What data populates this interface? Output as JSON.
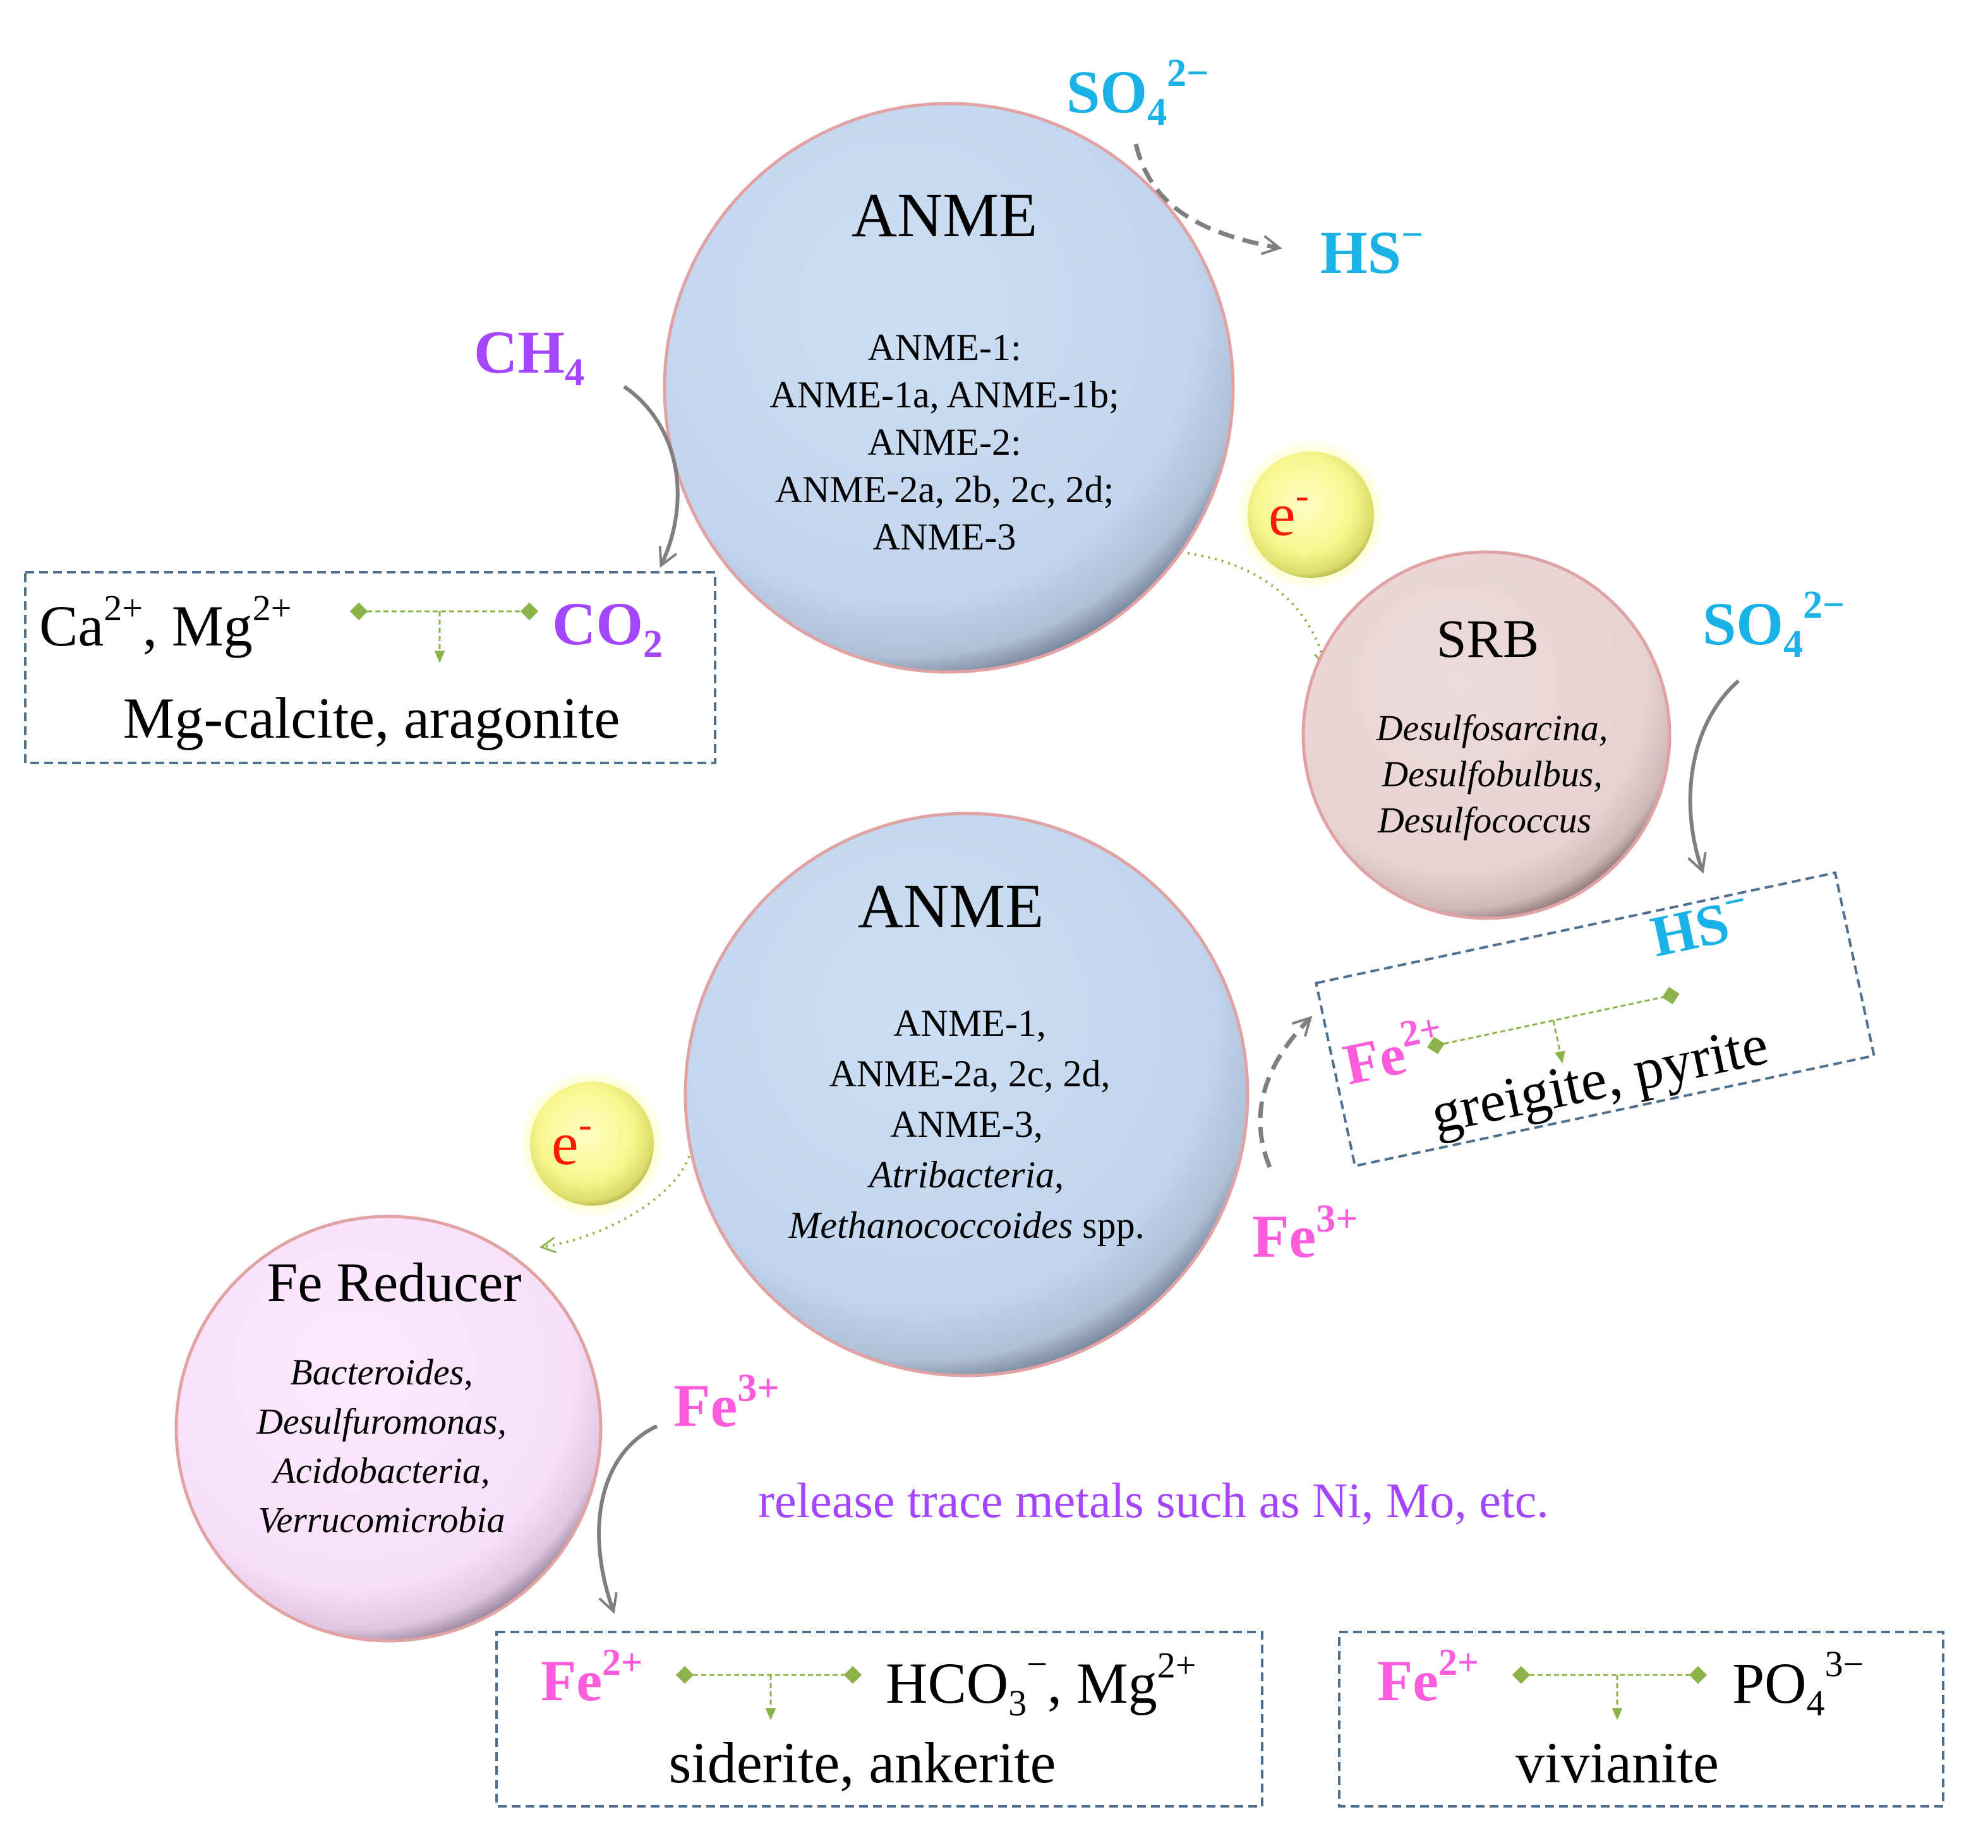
{
  "colors": {
    "anme_fill": "#c7d9ef",
    "srb_fill": "#ecd6d6",
    "fe_reducer_fill": "#fbe3fc",
    "circle_stroke": "#e0a2a2",
    "electron_fill": "#fafa82",
    "electron_text": "#ff1a00",
    "sulfur_species": "#19b1e6",
    "carbon_species": "#a445ff",
    "iron_species": "#ff5bdd",
    "reaction_line": "#8cb34a",
    "arrow_gray": "#7f7f7f",
    "box_border": "#4f6f8f",
    "trace_text": "#a445ff"
  },
  "anme_top": {
    "title": "ANME",
    "lines": [
      "ANME-1:",
      "ANME-1a, ANME-1b;",
      "ANME-2:",
      "ANME-2a, 2b, 2c, 2d;",
      "ANME-3"
    ]
  },
  "srb": {
    "title": "SRB",
    "lines": [
      "Desulfosarcina,",
      "Desulfobulbus,",
      "Desulfococcus"
    ]
  },
  "anme_bottom": {
    "title": "ANME",
    "lines": [
      "ANME-1,",
      "ANME-2a, 2c, 2d,",
      "ANME-3,"
    ],
    "genus1": "Atribacteria",
    "genus1_suffix": ",",
    "genus2": "Methanococcoides",
    "genus2_suffix": " spp."
  },
  "fe_reducer": {
    "title": "Fe Reducer",
    "lines": [
      "Bacteroides,",
      "Desulfuromonas,",
      "Acidobacteria,",
      "Verrucomicrobia"
    ]
  },
  "electron": {
    "base": "e",
    "sup": "-"
  },
  "species": {
    "so4_base": "SO",
    "so4_sub": "4",
    "so4_sup": "2−",
    "hs_base": "HS",
    "hs_sup": "−",
    "ch4_base": "CH",
    "ch4_sub": "4",
    "co2_base": "CO",
    "co2_sub": "2",
    "fe3_base": "Fe",
    "fe3_sup": "3+",
    "fe2_base": "Fe",
    "fe2_sup": "2+"
  },
  "box_carbonate": {
    "ca": "Ca",
    "ca_sup": "2+",
    "sep": ", ",
    "mg": "Mg",
    "mg_sup": "2+",
    "minerals": "Mg-calcite, aragonite"
  },
  "box_sulfide": {
    "minerals": "greigite, pyrite"
  },
  "box_siderite": {
    "hco3_base": "HCO",
    "hco3_sub": "3",
    "hco3_sup": "−",
    "sep": ", ",
    "mg": "Mg",
    "mg_sup": "2+",
    "minerals": "siderite, ankerite"
  },
  "box_vivianite": {
    "po4_base": "PO",
    "po4_sub": "4",
    "po4_sup": "3−",
    "minerals": "vivianite"
  },
  "trace_note": "release trace metals such as Ni, Mo, etc."
}
